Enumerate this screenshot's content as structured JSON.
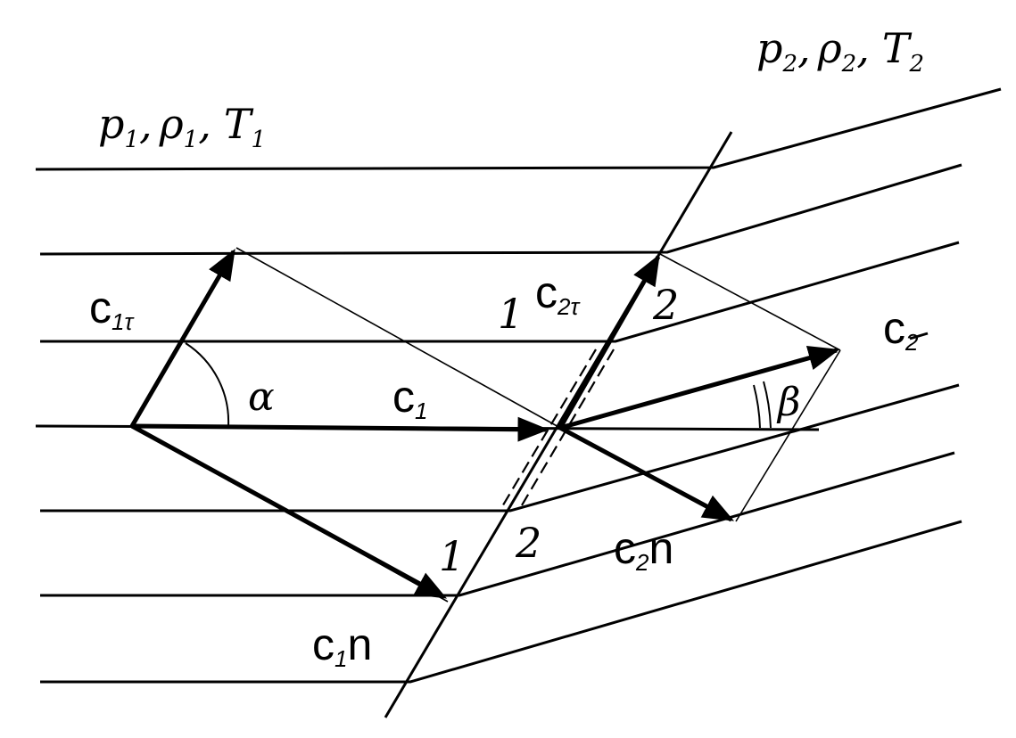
{
  "upstream_state": {
    "p": "p",
    "p_sub": "1",
    "rho": "ρ",
    "rho_sub": "1",
    "T": "T",
    "T_sub": "1",
    "sep1": ",",
    "sep2": ","
  },
  "downstream_state": {
    "p": "p",
    "p_sub": "2",
    "rho": "ρ",
    "rho_sub": "2",
    "T": "T",
    "T_sub": "2",
    "sep1": ",",
    "sep2": ","
  },
  "vectors": {
    "c1": {
      "base": "c",
      "sub": "1"
    },
    "c1_tangential": {
      "base": "c",
      "sub": "1τ"
    },
    "c1_normal": {
      "base": "c",
      "sub": "1",
      "tail": "n"
    },
    "c2": {
      "base": "c",
      "sub": "2"
    },
    "c2_tangential": {
      "base": "c",
      "sub": "2τ"
    },
    "c2_normal": {
      "base": "c",
      "sub": "2",
      "tail": "n"
    }
  },
  "angles": {
    "alpha": "α",
    "beta": "β"
  },
  "shock_markers": {
    "upper_1": "1",
    "upper_2": "2",
    "lower_1": "1",
    "lower_2": "2"
  }
}
